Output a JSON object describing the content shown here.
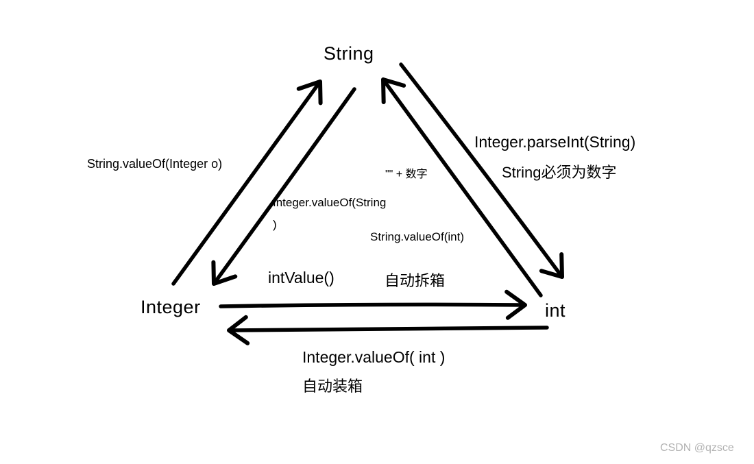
{
  "diagram": {
    "nodes": {
      "string": {
        "label": "String"
      },
      "integer": {
        "label": "Integer"
      },
      "int": {
        "label": "int"
      }
    },
    "edges": {
      "integer_to_string": {
        "label": "String.valueOf(Integer o)"
      },
      "string_to_integer": {
        "label_line1": "Integer.valueOf(String",
        "label_line2": ")"
      },
      "int_to_string": {
        "label_concat": "\"\" + 数字",
        "label_method": "String.valueOf(int)"
      },
      "string_to_int": {
        "label_method": "Integer.parseInt(String)",
        "label_note": "String必须为数字"
      },
      "integer_to_int": {
        "label_method": "intValue()",
        "label_note": "自动拆箱"
      },
      "int_to_integer": {
        "label_method": "Integer.valueOf( int )",
        "label_note": "自动装箱"
      }
    },
    "watermark": "CSDN @qzsce",
    "colors": {
      "stroke": "#000000",
      "text": "#000000",
      "watermark": "#b2b2b2",
      "background": "#ffffff"
    }
  }
}
